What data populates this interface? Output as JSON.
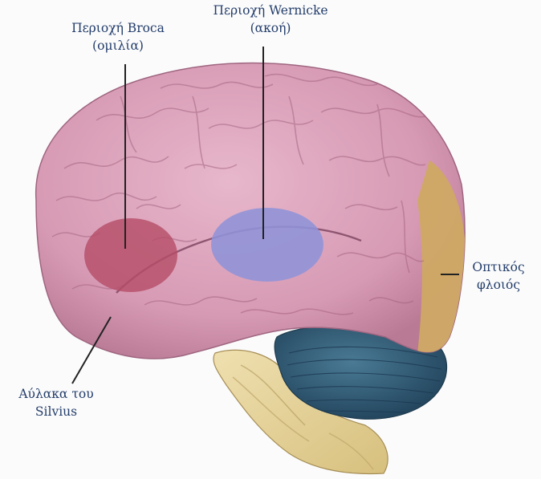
{
  "labels": {
    "broca": {
      "line1": "Περιοχή Broca",
      "line2": "(ομιλία)"
    },
    "wernicke": {
      "line1": "Περιοχή Wernicke",
      "line2": "(ακοή)"
    },
    "visual_cortex": {
      "line1": "Οπτικός",
      "line2": "φλοιός"
    },
    "sylvian_fissure": {
      "line1": "Αύλακα του",
      "line2": "Silvius"
    }
  },
  "colors": {
    "cortex": "#dba2bb",
    "cortex_dark": "#b3708c",
    "broca_area": "#b54c66",
    "wernicke_area": "#8f93d8",
    "visual_area": "#cfa964",
    "cerebellum": "#35607a",
    "brainstem": "#e6d49c",
    "label_text": "#233d6b",
    "pointer_line": "#222222"
  }
}
